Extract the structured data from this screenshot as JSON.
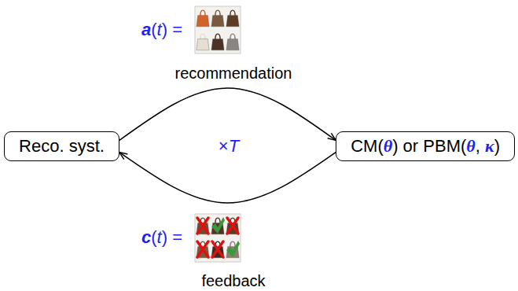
{
  "diagram": {
    "nodes": [
      {
        "text": [
          "Reco. syst."
        ]
      },
      {
        "text": [
          "CM(θ) or PBM(θ, κ)"
        ]
      }
    ],
    "edges": [
      {
        "from": 0,
        "to": 1,
        "arrow": "to",
        "label": "recommendation"
      },
      {
        "from": 1,
        "to": 0,
        "arrow": "to",
        "label": "feedback"
      }
    ],
    "labels": [
      "a(t) =",
      "×T",
      "c(t) ="
    ]
  }
}
